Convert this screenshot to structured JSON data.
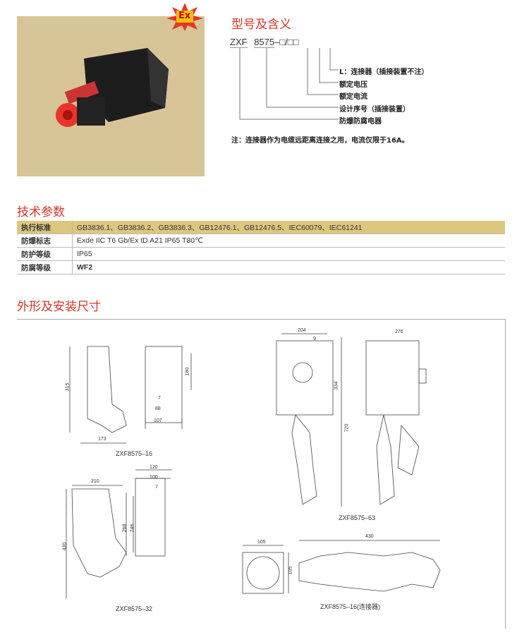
{
  "badge": "Ex",
  "model": {
    "title": "型号及含义",
    "code": {
      "prefix": "ZXF",
      "series": "8575",
      "suffix": "–□/□□"
    },
    "legend": [
      "L：连接器（插接装置不注）",
      "额定电压",
      "额定电流",
      "设计序号（插接装置）",
      "防爆防腐电器"
    ],
    "note": "注：连接器作为电缆远距离连接之用，电流仅限于16A。"
  },
  "specs": {
    "title": "技术参数",
    "rows": [
      {
        "key": "执行标准",
        "value": "GB3836.1、GB3836.2、GB3836.3、GB12476.1、GB12476.5、IEC60079、IEC61241"
      },
      {
        "key": "防爆标志",
        "value": "Exde IIC T6 Gb/Ex tD A21 IP65 T80℃"
      },
      {
        "key": "防护等级",
        "value": "IP65"
      },
      {
        "key": "防腐等级",
        "value": "WF2"
      }
    ]
  },
  "dimensions": {
    "title": "外形及安装尺寸",
    "captions": [
      "ZXF8575–16",
      "ZXF8575–63",
      "ZXF8575–32",
      "ZXF8575–16(连接器)"
    ],
    "d16": [
      "315",
      "173",
      "180",
      "7",
      "88",
      "107"
    ],
    "d63": [
      "204",
      "9",
      "334",
      "720",
      "276"
    ],
    "d32": [
      "210",
      "120",
      "100",
      "7",
      "268",
      "246",
      "430"
    ],
    "dconn": [
      "105",
      "105",
      "430"
    ]
  },
  "colors": {
    "accent": "#d9332a",
    "table_highlight": "#dcc77e",
    "photo_bg": "#d7c497"
  }
}
